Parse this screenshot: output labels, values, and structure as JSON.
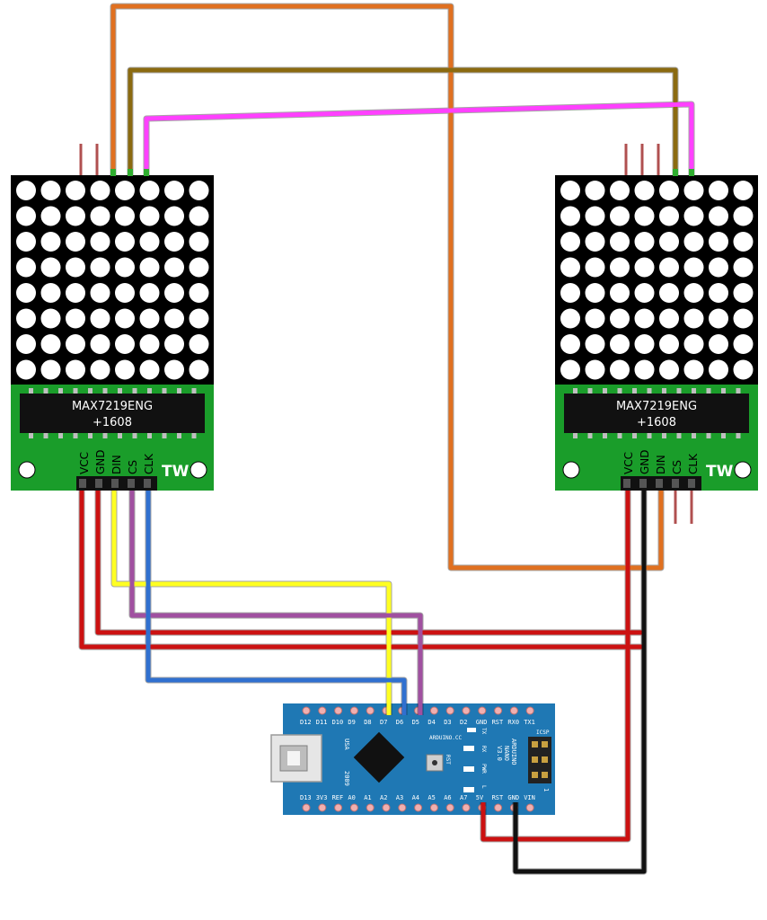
{
  "modules": [
    {
      "chip_line1": "MAX7219ENG",
      "chip_line2": "+1608",
      "pin_labels": [
        "VCC",
        "GND",
        "DIN",
        "CS",
        "CLK"
      ],
      "brand": "TW"
    },
    {
      "chip_line1": "MAX7219ENG",
      "chip_line2": "+1608",
      "pin_labels": [
        "VCC",
        "GND",
        "DIN",
        "CS",
        "CLK"
      ],
      "brand": "TW"
    }
  ],
  "nano": {
    "top_pins": [
      "D12",
      "D11",
      "D10",
      "D9",
      "D8",
      "D7",
      "D6",
      "D5",
      "D4",
      "D3",
      "D2",
      "GND",
      "RST",
      "RX0",
      "TX1"
    ],
    "bottom_pins": [
      "D13",
      "3V3",
      "REF",
      "A0",
      "A1",
      "A2",
      "A3",
      "A4",
      "A5",
      "A6",
      "A7",
      "5V",
      "RST",
      "GND",
      "VIN"
    ],
    "brand": "ARDUINO.CC",
    "model_line1": "ARDUINO",
    "model_line2": "NANO",
    "model_line3": "V3.0",
    "usa": "USA",
    "year": "2009",
    "rst_button": "RST",
    "icsp": "ICSP",
    "led_tx": "TX",
    "led_rx": "RX",
    "led_pwr": "PWR",
    "led_l": "L",
    "pin_one": "1"
  },
  "wire_colors": {
    "orange": "#e07020",
    "brown": "#8b6a10",
    "magenta": "#ff40ff",
    "red": "#cc1111",
    "yellow": "#ffff22",
    "purple": "#a050a0",
    "blue": "#3070d0",
    "black": "#111111"
  },
  "board_colors": {
    "matrix_bg": "#000000",
    "led_dot": "#ffffff",
    "pcb_green": "#1a9d2a",
    "nano_blue": "#1f78b4"
  }
}
